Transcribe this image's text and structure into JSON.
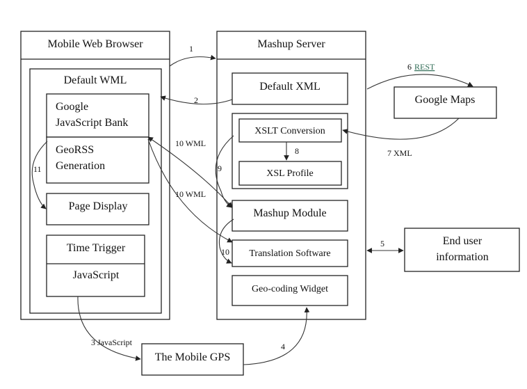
{
  "boxes": {
    "mobile_browser": "Mobile Web Browser",
    "default_wml": "Default WML",
    "google_js_bank_line1": "Google",
    "google_js_bank_line2": "JavaScript Bank",
    "georss_line1": "GeoRSS",
    "georss_line2": "Generation",
    "page_display": "Page Display",
    "time_trigger": "Time Trigger",
    "javascript": "JavaScript",
    "mashup_server": "Mashup Server",
    "default_xml": "Default XML",
    "xslt_conversion": "XSLT Conversion",
    "xsl_profile": "XSL Profile",
    "mashup_module": "Mashup Module",
    "translation_software": "Translation Software",
    "geo_coding_widget": "Geo-coding Widget",
    "google_maps": "Google Maps",
    "end_user_line1": "End user",
    "end_user_line2": "information",
    "mobile_gps": "The Mobile GPS"
  },
  "edges": {
    "e1": "1",
    "e2": "2",
    "e3": "3 JavaScript",
    "e4": "4",
    "e5": "5",
    "e6_num": "6",
    "e6_text": "REST",
    "e7": "7 XML",
    "e8": "8",
    "e9": "9",
    "e10a": "10 WML",
    "e10b": "10 WML",
    "e10c": "10",
    "e11": "11"
  },
  "colors": {
    "stroke": "#222222",
    "link": "#2f6b55"
  }
}
